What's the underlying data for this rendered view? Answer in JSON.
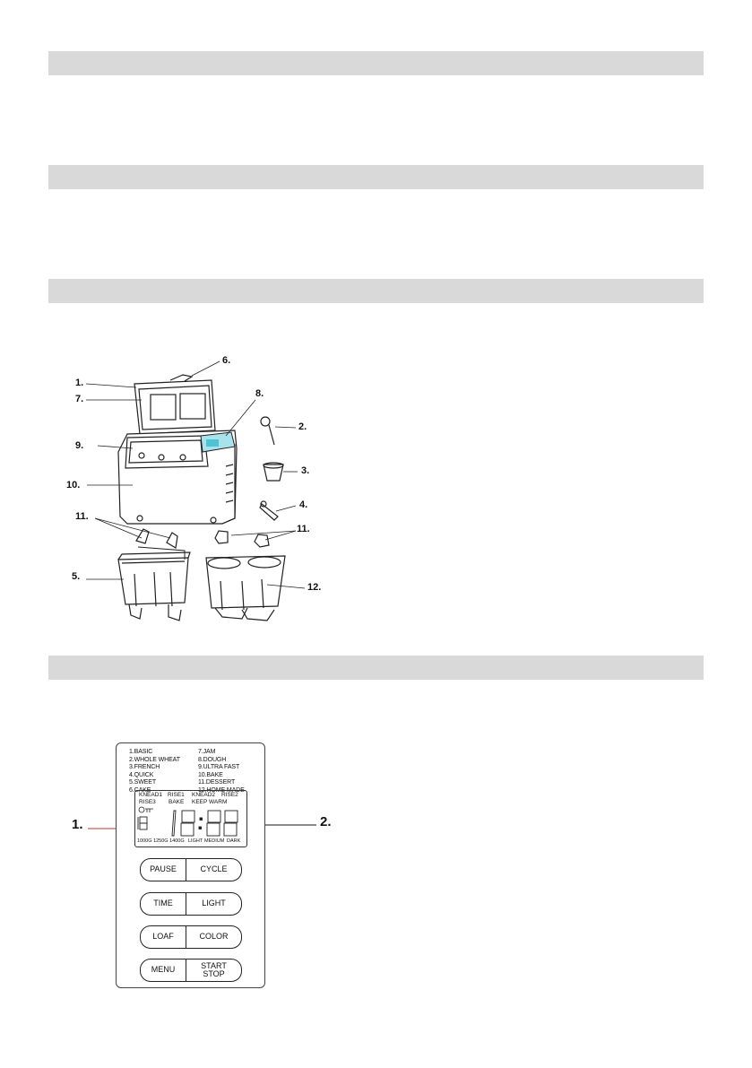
{
  "section_bars": [
    "",
    "",
    "",
    ""
  ],
  "appliance_diagram": {
    "callouts": {
      "c1": "1.",
      "c2": "2.",
      "c3": "3.",
      "c4": "4.",
      "c5": "5.",
      "c6": "6.",
      "c7": "7.",
      "c8": "8.",
      "c9": "9.",
      "c10": "10.",
      "c11a": "11.",
      "c11b": "11.",
      "c12": "12."
    }
  },
  "control_panel": {
    "programs_left": [
      "1.BASIC",
      "2.WHOLE   WHEAT",
      "3.FRENCH",
      "4.QUICK",
      "5.SWEET",
      "6.CAKE"
    ],
    "programs_right": [
      "7.JAM",
      "8.DOUGH",
      "9.ULTRA   FAST",
      "10.BAKE",
      "11.DESSERT",
      "12.HOME   MADE"
    ],
    "stage_labels": {
      "knead1": "KNEAD1",
      "rise1": "RISE1",
      "knead2": "KNEAD2",
      "rise2": "RISE2",
      "rise3": "RISE3",
      "bake": "BAKE",
      "keep_warm": "KEEP   WARM"
    },
    "display": {
      "loaf_digit": "8",
      "time": "18:88"
    },
    "bottom_labels": {
      "sizes": "1000G 1250G 1400G",
      "light": "LIGHT",
      "medium": "MEDIUM",
      "dark": "DARK"
    },
    "buttons": [
      {
        "left": "PAUSE",
        "right": "CYCLE"
      },
      {
        "left": "TIME",
        "right": "LIGHT"
      },
      {
        "left": "LOAF",
        "right": "COLOR"
      },
      {
        "left": "MENU",
        "right": "START\nSTOP"
      }
    ],
    "callouts": {
      "c1": "1.",
      "c2": "2."
    }
  }
}
